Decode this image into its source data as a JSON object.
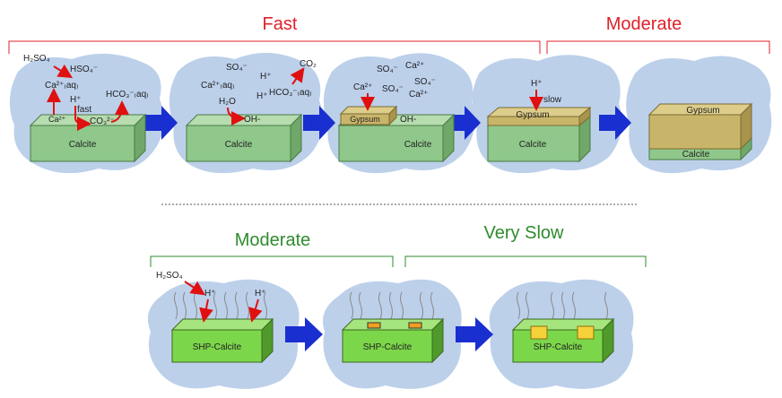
{
  "colors": {
    "fast": "#e0202a",
    "moderate_top": "#e0202a",
    "bottom_rate": "#2e8b2e",
    "cloud": "#bcd0ea",
    "arrow": "#1a2fd0",
    "reaction_arrow": "#e01010",
    "calcite_front": "#8fc88a",
    "gypsum": "#c9b56a",
    "shp_front": "#7cd64a"
  },
  "top_row": {
    "rate_fast": "Fast",
    "rate_moderate": "Moderate",
    "panel1": {
      "block": "Calcite",
      "h2so4": "H₂SO₄",
      "hso4": "HSO₄⁻",
      "ca_aq": "Ca²⁺₍aq₎",
      "h_plus": "H⁺",
      "fast": "fast",
      "ca_surface": "Ca²⁺",
      "co3": "CO₃²⁻",
      "hco3": "HCO₃⁻₍aq₎"
    },
    "panel2": {
      "block": "Calcite",
      "so4": "SO₄⁻",
      "h_plus_1": "H⁺",
      "co2": "CO₂",
      "ca_aq": "Ca²⁺₍aq₎",
      "h_plus_2": "H⁺",
      "hco3": "HCO₃⁻₍aq₎",
      "h2o": "H₂O",
      "oh": "OH-"
    },
    "panel3": {
      "block": "Calcite",
      "gypsum": "Gypsum",
      "oh": "OH-",
      "so4_1": "SO₄⁻",
      "ca_1": "Ca²⁺",
      "so4_2": "SO₄⁻",
      "ca_2": "Ca²⁺",
      "so4_3": "SO₄⁻",
      "ca_3": "Ca²⁺"
    },
    "panel4": {
      "block": "Calcite",
      "gypsum": "Gypsum",
      "h_plus": "H⁺",
      "slow": "slow"
    },
    "panel5": {
      "block": "Calcite",
      "gypsum": "Gypsum"
    }
  },
  "bottom_row": {
    "rate_moderate": "Moderate",
    "rate_very_slow": "Very Slow",
    "panel1": {
      "block": "SHP-Calcite",
      "h2so4": "H₂SO₄",
      "h_plus_1": "H⁺",
      "h_plus_2": "H⁺"
    },
    "panel2": {
      "block": "SHP-Calcite"
    },
    "panel3": {
      "block": "SHP-Calcite"
    }
  }
}
